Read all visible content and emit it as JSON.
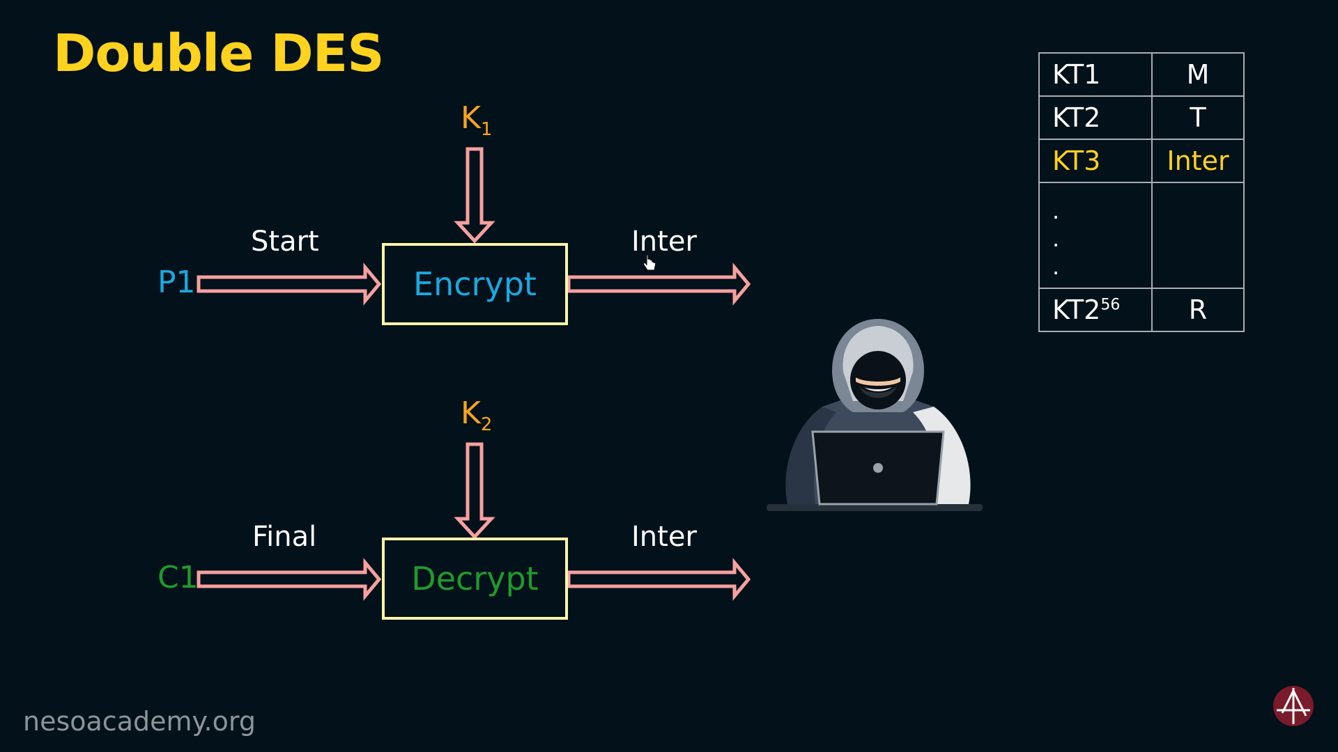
{
  "title": "Double DES",
  "encrypt_row": {
    "input_label": "P1",
    "start_label": "Start",
    "box_label": "Encrypt",
    "key_letter": "K",
    "key_sub": "1",
    "output_label": "Inter"
  },
  "decrypt_row": {
    "input_label": "C1",
    "final_label": "Final",
    "box_label": "Decrypt",
    "key_letter": "K",
    "key_sub": "2",
    "output_label": "Inter"
  },
  "table": {
    "rows": [
      {
        "key": "KT1",
        "value": "M"
      },
      {
        "key": "KT2",
        "value": "T"
      },
      {
        "key": "KT3",
        "value": "Inter"
      },
      {
        "dots": [
          ".",
          ".",
          "."
        ]
      },
      {
        "key_base": "KT2",
        "key_exp": "56",
        "value": "R"
      }
    ]
  },
  "footer": "nesoacademy.org",
  "colors": {
    "background": "#02111a",
    "title": "#ffd21e",
    "arrow": "#f6a0a0",
    "box_border": "#fff7a8",
    "encrypt": "#1aa9e0",
    "decrypt": "#1f9b2d",
    "key": "#ffa51a",
    "highlight_row": "#ffd21e"
  },
  "icons": [
    "hacker-illustration",
    "neso-logo-icon",
    "hand-cursor-icon"
  ]
}
